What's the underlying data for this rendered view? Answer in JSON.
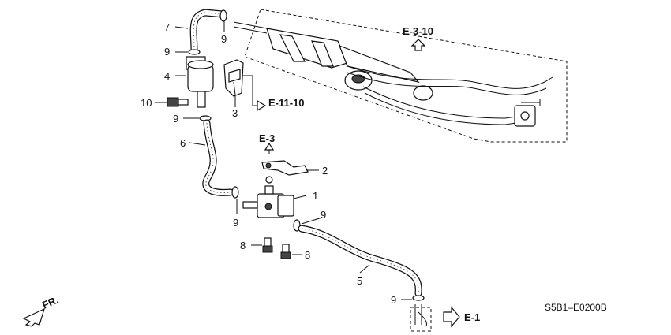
{
  "callouts": {
    "c1": "1",
    "c2": "2",
    "c3": "3",
    "c4": "4",
    "c5": "5",
    "c6": "6",
    "c7": "7",
    "c8a": "8",
    "c8b": "8",
    "c9a": "9",
    "c9b": "9",
    "c9c": "9",
    "c9d": "9",
    "c9e": "9",
    "c9f": "9",
    "c10": "10"
  },
  "references": {
    "top_right": "E-3-10",
    "bracket": "E-11-10",
    "mid": "E-3",
    "bottom": "E-1"
  },
  "front_indicator": "FR.",
  "diagram_code": "S5B1–E0200B"
}
